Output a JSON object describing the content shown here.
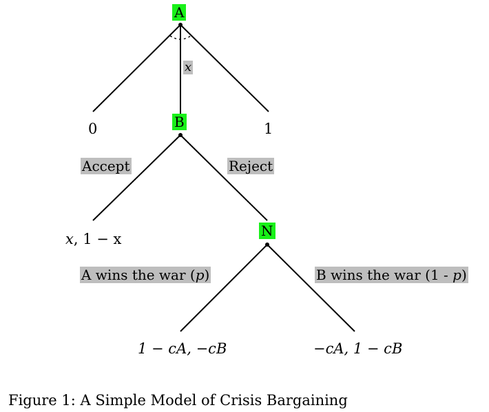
{
  "nodes": {
    "a": "A",
    "b": "B",
    "n": "N"
  },
  "offer_label": "x",
  "labels": {
    "accept": "Accept",
    "reject": "Reject",
    "a_wins_prefix": "A wins the war (",
    "a_wins_var": "p",
    "a_wins_suffix": ")",
    "b_wins_prefix": "B wins the war (1 - ",
    "b_wins_var": "p",
    "b_wins_suffix": ")"
  },
  "payoffs": {
    "left_offer": "0",
    "right_offer": "1",
    "accept_x": "x",
    "accept_rest": ", 1 − x",
    "a_wins": "1 − cA, −cB",
    "b_wins": "−cA, 1 − cB"
  },
  "caption": "Figure 1: A Simple Model of Crisis Bargaining",
  "colors": {
    "node_fill": "#19f119",
    "label_fill": "#bebebe",
    "edge": "#000000"
  }
}
